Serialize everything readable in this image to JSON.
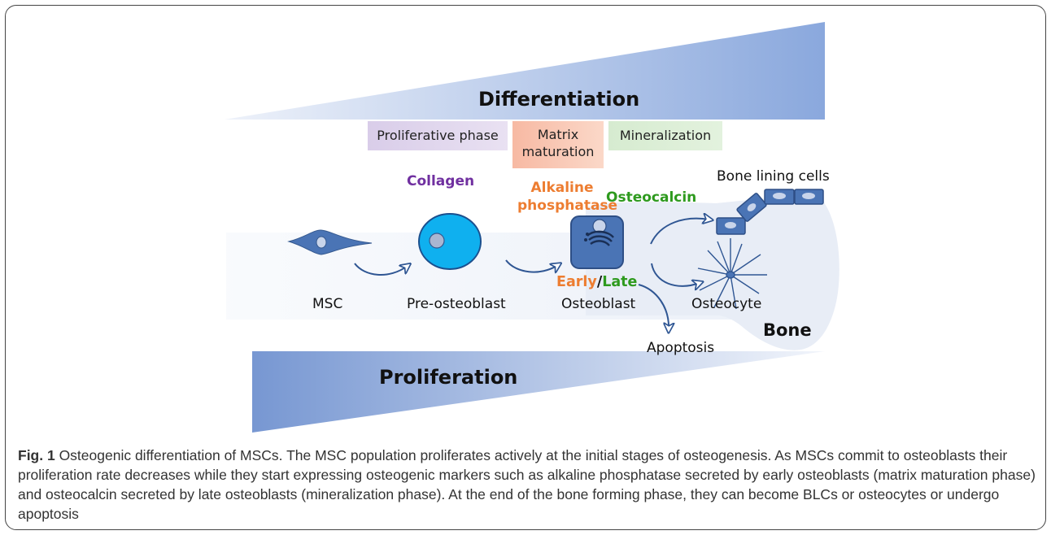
{
  "diagram": {
    "top_wedge_label": "Differentiation",
    "bottom_wedge_label": "Proliferation",
    "phases": {
      "proliferative": "Proliferative phase",
      "matrix": "Matrix maturation",
      "mineralization": "Mineralization"
    },
    "markers": {
      "collagen": "Collagen",
      "alkaline": "Alkaline phosphatase",
      "osteocalcin": "Osteocalcin",
      "early": "Early",
      "slash": "/",
      "late": "Late"
    },
    "cells": {
      "msc": "MSC",
      "pre_osteoblast": "Pre-osteoblast",
      "osteoblast": "Osteoblast",
      "osteocyte": "Osteocyte",
      "bone_lining": "Bone lining cells",
      "apoptosis": "Apoptosis",
      "bone": "Bone"
    },
    "colors": {
      "wedge": "#8aa8dd",
      "cell_blue": "#4a74b5",
      "pre_osteoblast": "#0fb0ef",
      "collagen": "#7030a0",
      "alkaline": "#ed7d31",
      "osteocalcin": "#2e9a1e",
      "arrow": "#2f5693"
    }
  },
  "caption": {
    "fig_label": "Fig. 1",
    "text": " Osteogenic differentiation of MSCs. The MSC population proliferates actively at the initial stages of osteogenesis. As MSCs commit to osteoblasts their proliferation rate decreases while they start expressing osteogenic markers such as alkaline phosphatase secreted by early osteoblasts (matrix maturation phase) and osteocalcin secreted by late osteoblasts (mineralization phase). At the end of the bone forming phase, they can become BLCs or osteocytes or undergo apoptosis"
  }
}
